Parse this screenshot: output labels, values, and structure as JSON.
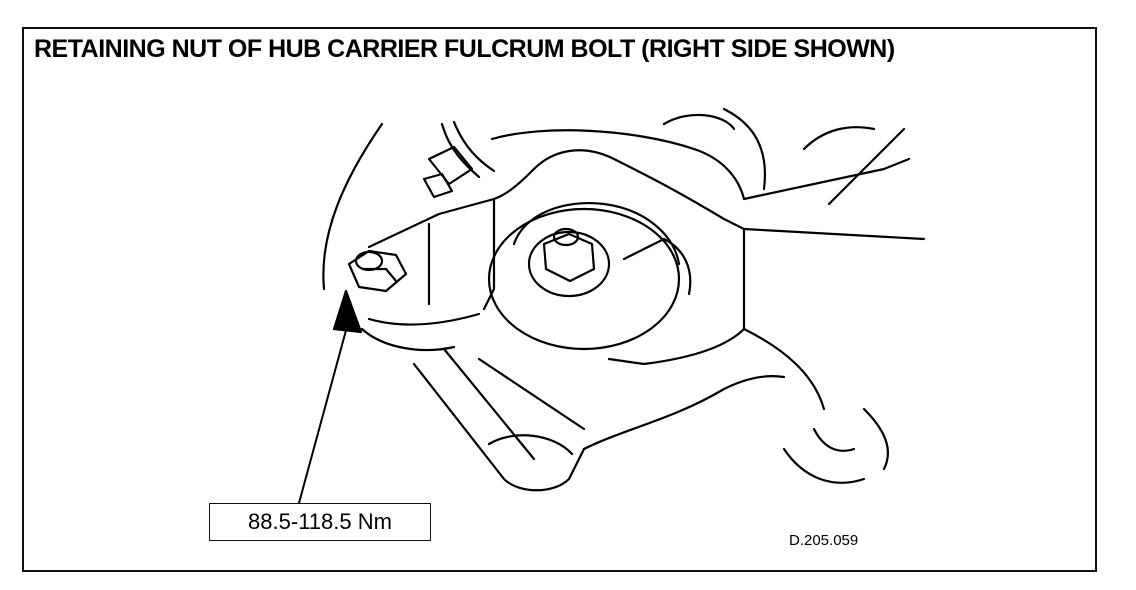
{
  "figure": {
    "title": "RETAINING NUT OF HUB CARRIER FULCRUM BOLT (RIGHT SIDE SHOWN)",
    "torque_label": "88.5-118.5 Nm",
    "reference_code": "D.205.059"
  }
}
